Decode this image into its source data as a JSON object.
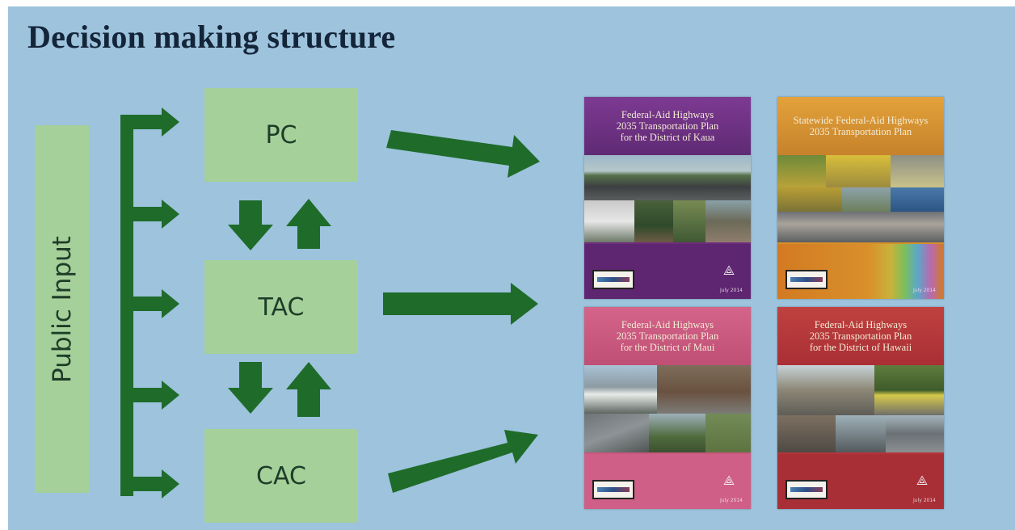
{
  "title": "Decision making structure",
  "side_label": "Public Input",
  "nodes": {
    "pc": "PC",
    "tac": "TAC",
    "cac": "CAC"
  },
  "colors": {
    "background": "#9dc3dd",
    "box": "#a6d09a",
    "arrow": "#1f6b2a",
    "title": "#14253a"
  },
  "covers": [
    {
      "header_lines": [
        "Federal-Aid Highways",
        "2035 Transportation Plan",
        "for the District of Kaua"
      ],
      "theme_color": "#6f2c7a",
      "date": "July 2014"
    },
    {
      "header_lines": [
        "Statewide Federal-Aid Highways",
        "2035 Transportation Plan"
      ],
      "theme_color": "#d7902a",
      "date": "July 2014"
    },
    {
      "header_lines": [
        "Federal-Aid Highways",
        "2035 Transportation Plan",
        "for the District of Maui"
      ],
      "theme_color": "#c9577c",
      "date": "July 2014"
    },
    {
      "header_lines": [
        "Federal-Aid Highways",
        "2035 Transportation Plan",
        "for the District of Hawaii"
      ],
      "theme_color": "#b4353a",
      "date": "July 2014"
    }
  ]
}
